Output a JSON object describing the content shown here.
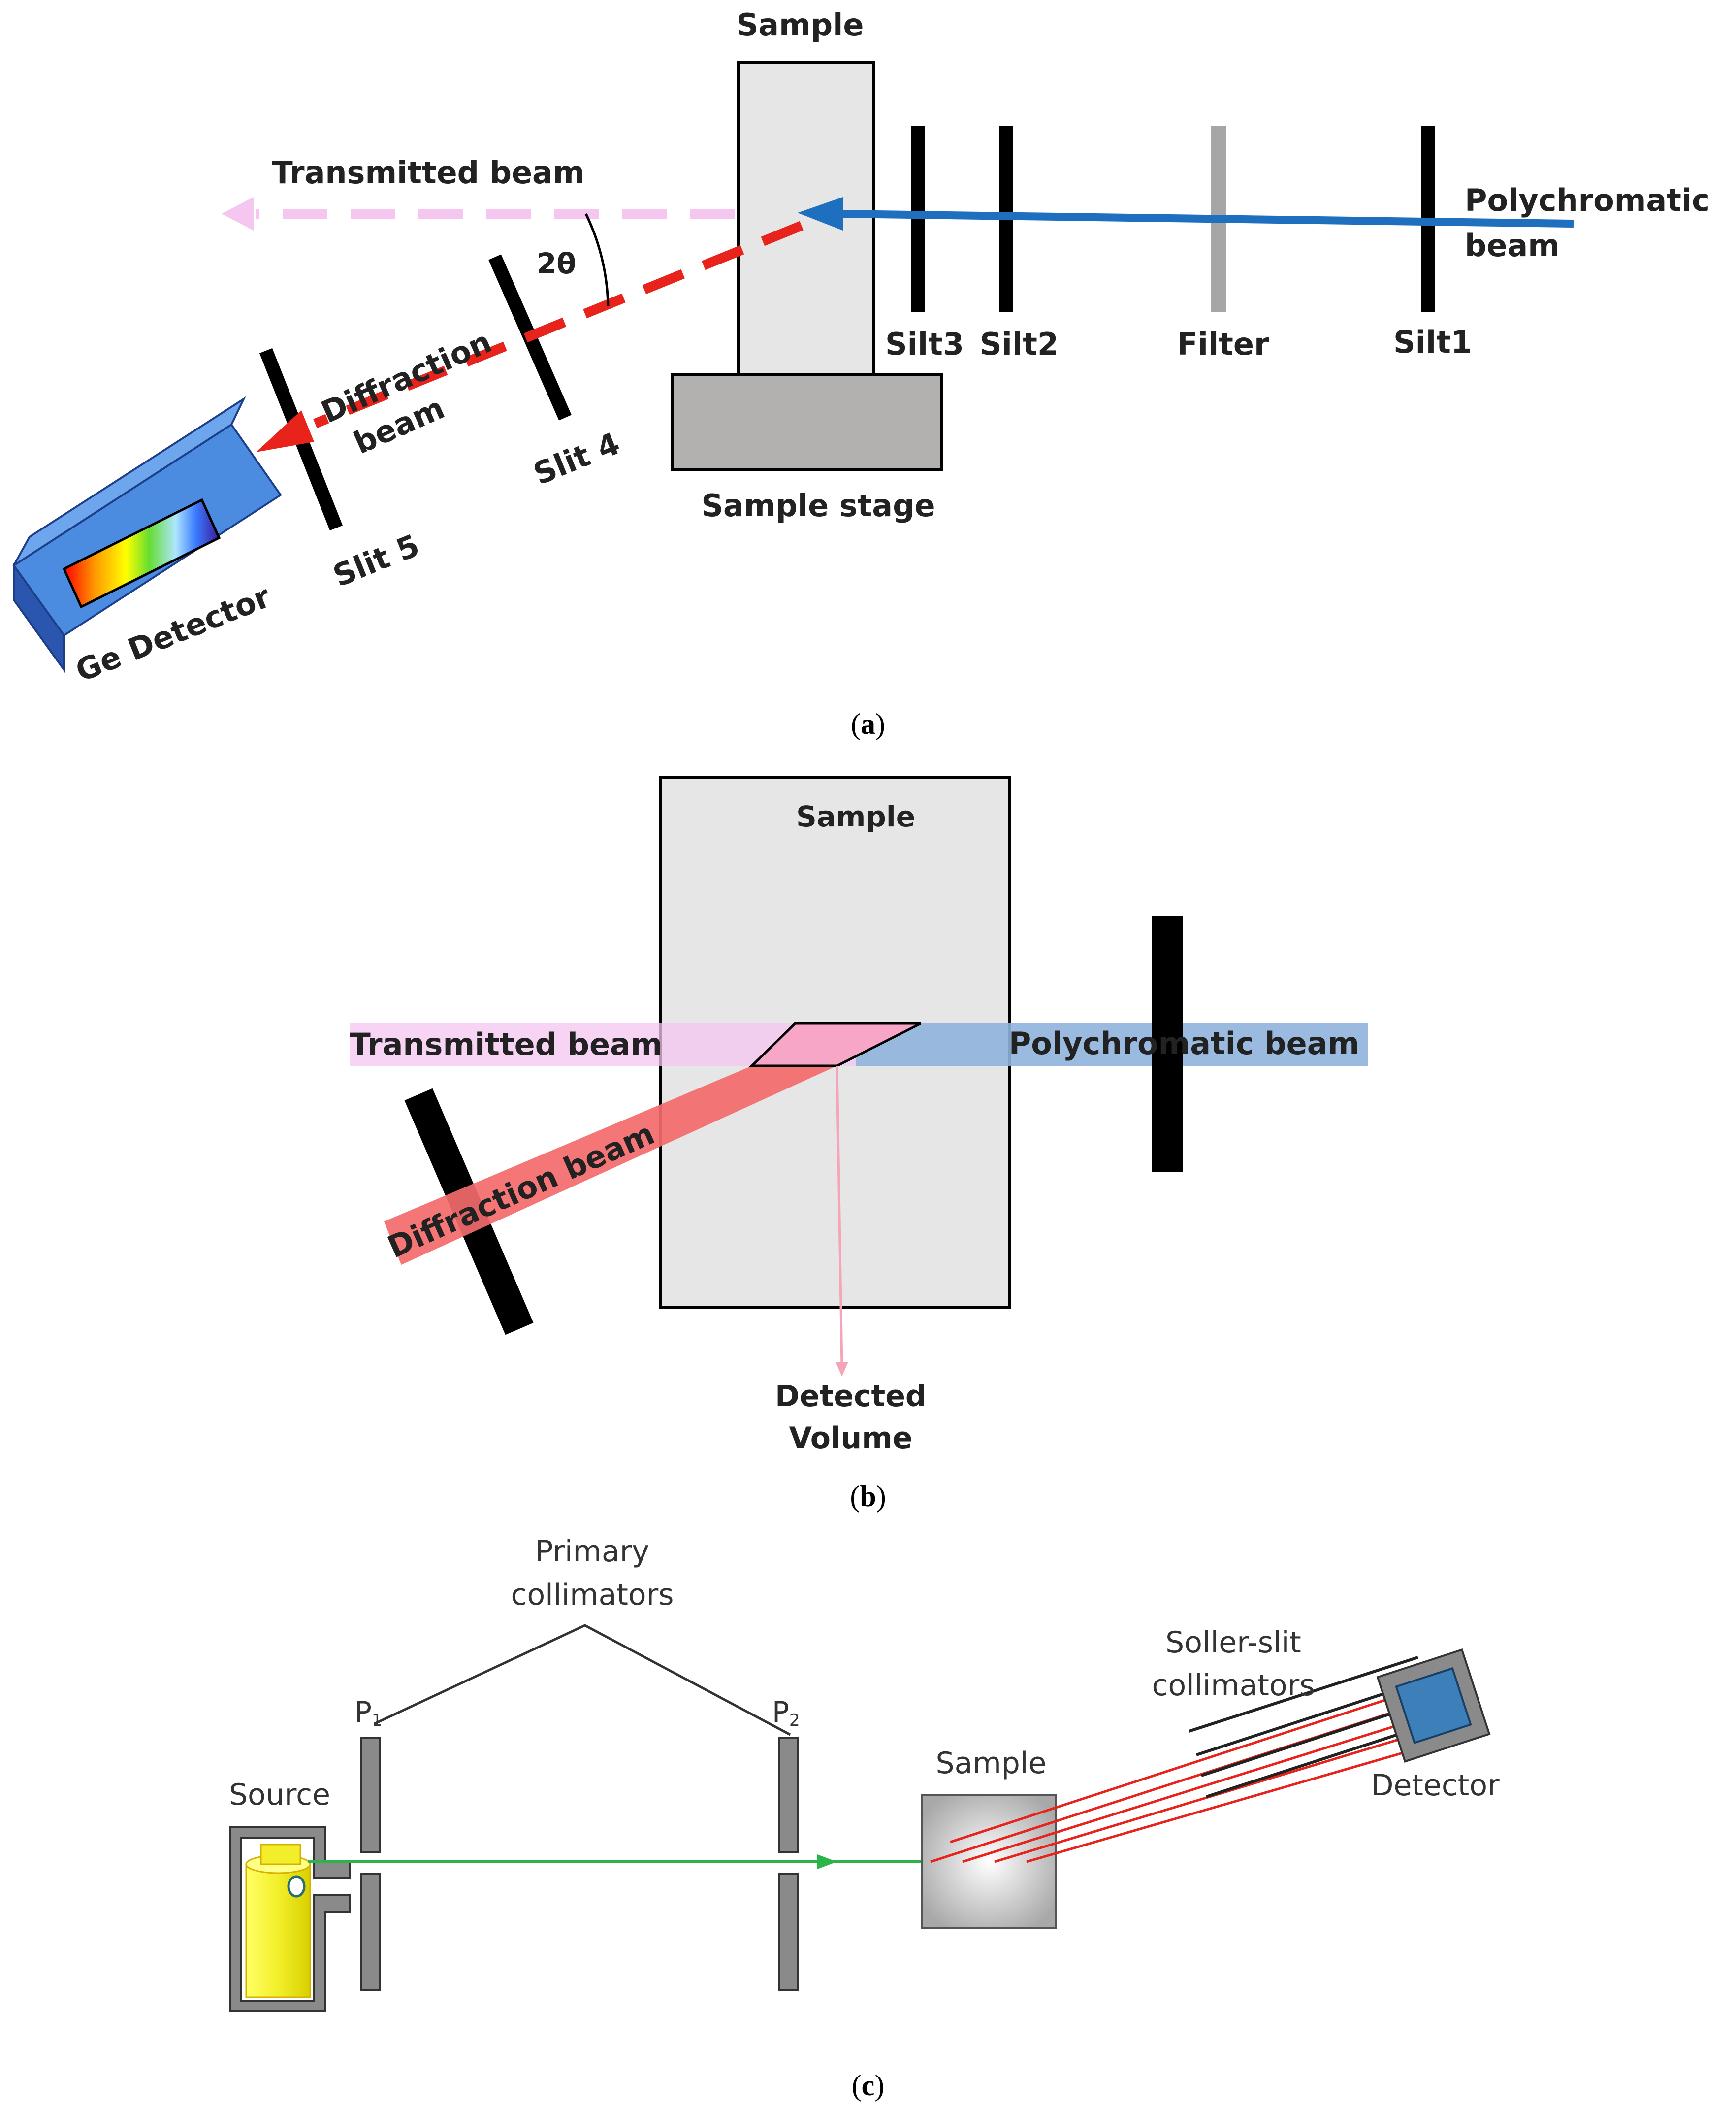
{
  "panel_a": {
    "sample": "Sample",
    "transmitted_beam": "Transmitted beam",
    "polychromatic_line1": "Polychromatic",
    "polychromatic_line2": "beam",
    "angle": "2θ",
    "diffraction_line1": "Diffraction",
    "diffraction_line2": "beam",
    "silt3": "Silt3",
    "silt2": "Silt2",
    "filter": "Filter",
    "silt1": "Silt1",
    "slit4": "Slit 4",
    "slit5": "Slit 5",
    "sample_stage": "Sample stage",
    "ge_detector": "Ge Detector",
    "caption_open": "(",
    "caption_letter": "a",
    "caption_close": ")"
  },
  "panel_b": {
    "sample": "Sample",
    "transmitted_beam": "Transmitted beam",
    "polychromatic_beam": "Polychromatic beam",
    "diffraction_beam": "Diffraction beam",
    "detected_line1": "Detected",
    "detected_line2": "Volume",
    "caption_open": "(",
    "caption_letter": "b",
    "caption_close": ")"
  },
  "panel_c": {
    "primary_line1": "Primary",
    "primary_line2": "collimators",
    "p1_main": "P",
    "p1_sub": "1",
    "p2_main": "P",
    "p2_sub": "2",
    "source": "Source",
    "sample": "Sample",
    "soller_line1": "Soller-slit",
    "soller_line2": "collimators",
    "detector": "Detector",
    "caption_open": "(",
    "caption_letter": "c",
    "caption_close": ")"
  },
  "colors": {
    "polychromatic_beam": "#1f6fbf",
    "transmitted_beam": "#f4c6f0",
    "diffraction_beam": "#e8231c",
    "slit": "#000000",
    "filter": "#a6a6a6",
    "sample_fill": "#e6e6e6",
    "stage_fill": "#b3b0b0",
    "detector_blue": "#3566c4",
    "source_yellow": "#f2ef2a",
    "primary_beam_green": "#2bb44a"
  }
}
